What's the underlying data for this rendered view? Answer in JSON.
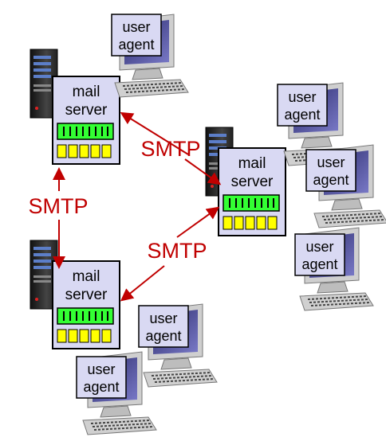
{
  "mail_servers": [
    {
      "id": "ms-top-left",
      "line1": "mail",
      "line2": "server"
    },
    {
      "id": "ms-right",
      "line1": "mail",
      "line2": "server"
    },
    {
      "id": "ms-bottom-left",
      "line1": "mail",
      "line2": "server"
    }
  ],
  "user_agents": [
    {
      "id": "ua-top",
      "line1": "user",
      "line2": "agent"
    },
    {
      "id": "ua-right-1",
      "line1": "user",
      "line2": "agent"
    },
    {
      "id": "ua-right-2",
      "line1": "user",
      "line2": "agent"
    },
    {
      "id": "ua-right-3",
      "line1": "user",
      "line2": "agent"
    },
    {
      "id": "ua-bottom-1",
      "line1": "user",
      "line2": "agent"
    },
    {
      "id": "ua-bottom-2",
      "line1": "user",
      "line2": "agent"
    }
  ],
  "smtp_links": [
    {
      "id": "smtp-top",
      "label": "SMTP"
    },
    {
      "id": "smtp-left",
      "label": "SMTP"
    },
    {
      "id": "smtp-lower",
      "label": "SMTP"
    }
  ],
  "colors": {
    "server_box": "#d9d9f3",
    "queue_green": "#33ff33",
    "queue_yellow": "#ffff00",
    "smtp_red": "#c00000",
    "monitor_screen": "#4a4a9a"
  }
}
